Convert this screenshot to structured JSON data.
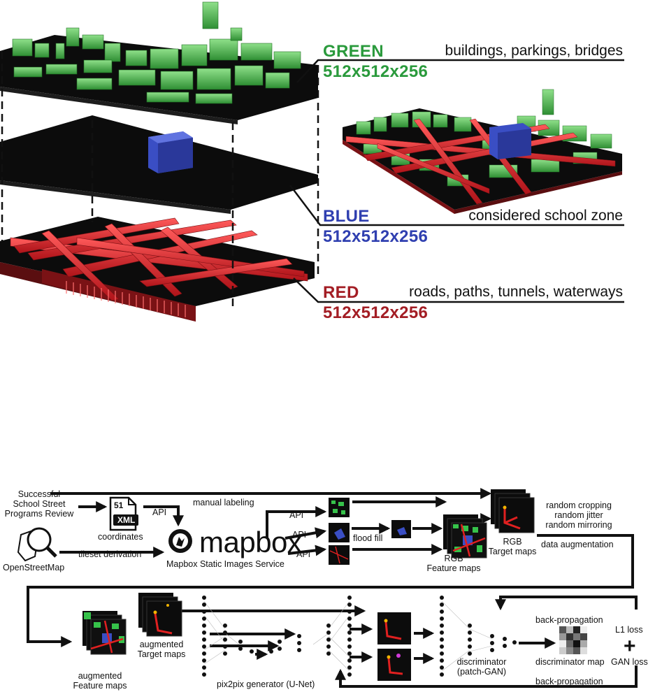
{
  "layers": {
    "green": {
      "name": "GREEN",
      "dims": "512x512x256",
      "desc": "buildings, parkings, bridges",
      "color": "#2a9a3c"
    },
    "blue": {
      "name": "BLUE",
      "dims": "512x512x256",
      "desc": "considered school zone",
      "color": "#2f3fb0"
    },
    "red": {
      "name": "RED",
      "dims": "512x512x256",
      "desc": "roads, paths, tunnels, waterways",
      "color": "#a31d24"
    }
  },
  "pipeline": {
    "source1": "Successful\nSchool Street\nPrograms Review",
    "xml_number": "51",
    "xml_tag": "XML",
    "coordinates": "coordinates",
    "api": "API",
    "manual_labeling": "manual labeling",
    "mapbox_word": "mapbox",
    "mapbox_service": "Mapbox Static Images Service",
    "openstreetmap": "OpenStreetMap",
    "tileset_derivation": "tileset derivation",
    "flood_fill": "flood fill",
    "rgb_feature_maps": "RGB\nFeature maps",
    "rgb_target_maps": "RGB\nTarget maps",
    "augment_ops": "random cropping\nrandom jitter\nrandom mirroring",
    "data_augmentation": "data augmentation",
    "augmented_feature_maps": "augmented\nFeature maps",
    "augmented_target_maps": "augmented\nTarget maps",
    "generator": "pix2pix generator (U-Net)",
    "discriminator": "discriminator\n(patch-GAN)",
    "discriminator_map": "discriminator map",
    "back_propagation": "back-propagation",
    "l1_loss": "L1 loss",
    "plus": "+",
    "gan_loss": "GAN loss"
  }
}
